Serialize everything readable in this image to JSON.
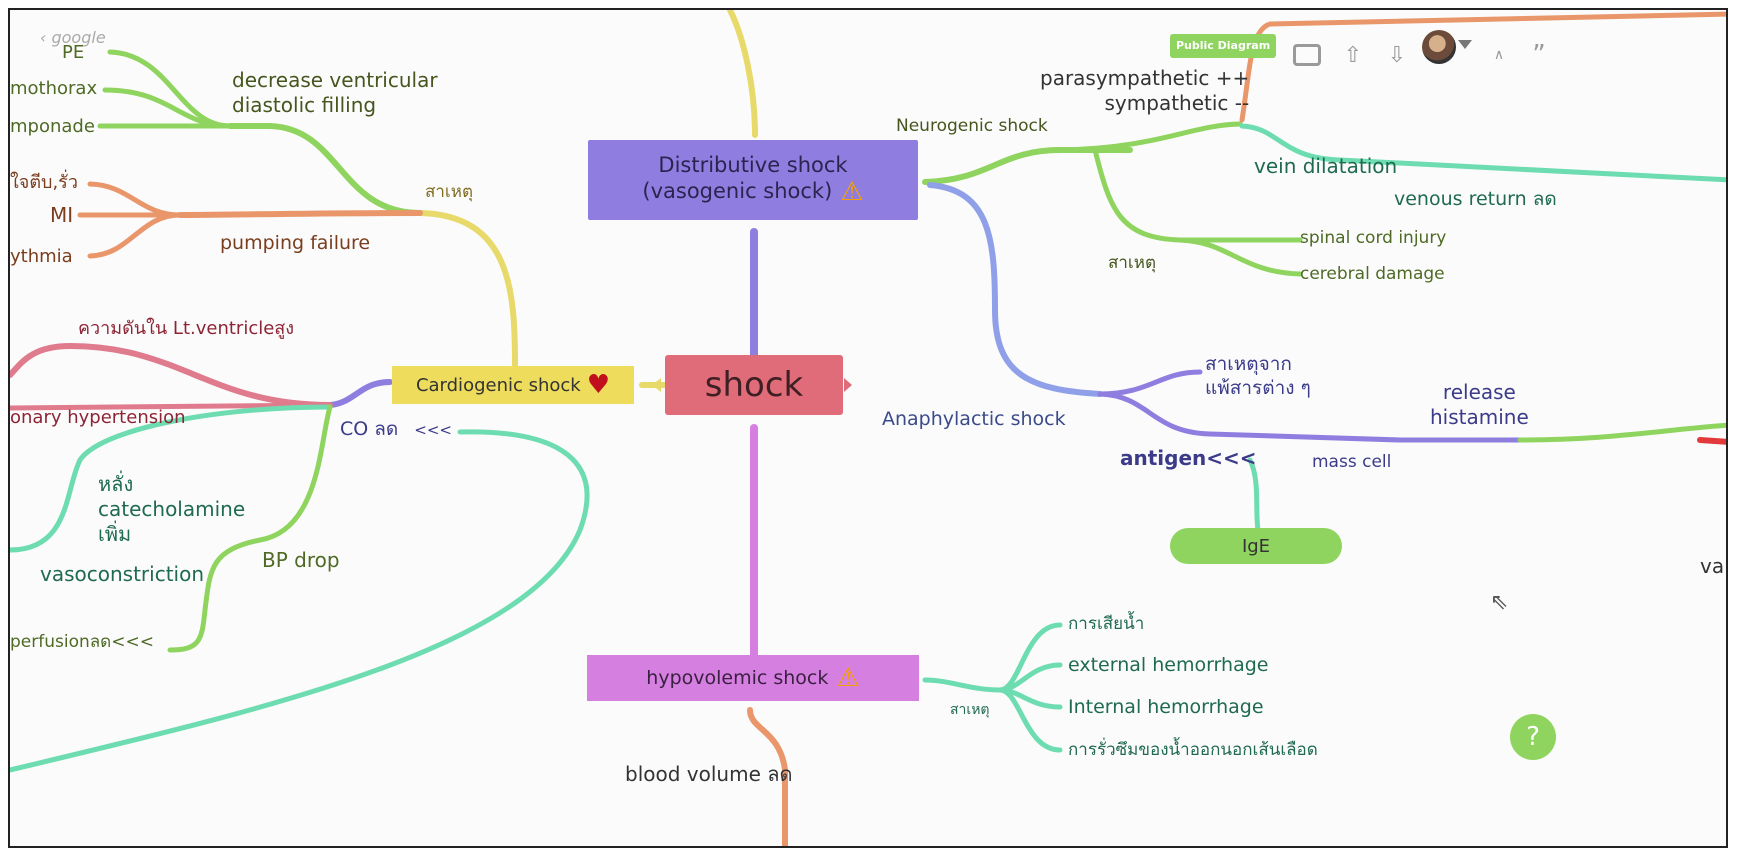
{
  "toolbar": {
    "back_label": "google",
    "public_badge": "Public Diagram",
    "quote_icon": "quote-icon",
    "caret_label": "∧"
  },
  "center": {
    "label": "shock",
    "color": "#e06c7a"
  },
  "distributive": {
    "title_line1": "Distributive shock",
    "title_line2": "(vasogenic shock)",
    "neurogenic": "Neurogenic shock",
    "parasympathetic": "parasympathetic ++",
    "sympathetic": "sympathetic --",
    "vein_dilatation": "vein dilatation",
    "venous_return": "venous return ลด",
    "cause": "สาเหตุ",
    "spinal": "spinal cord injury",
    "cerebral": "cerebral damage",
    "anaphylactic": "Anaphylactic shock",
    "allergen_line1": "สาเหตุจาก",
    "allergen_line2": "แพ้สารต่าง ๆ",
    "antigen": "antigen<<<",
    "mass_cell": "mass cell",
    "release_line1": "release",
    "release_line2": "histamine",
    "ige": "IgE",
    "va": "va"
  },
  "cardiogenic": {
    "title": "Cardiogenic shock",
    "cause": "สาเหตุ",
    "decrease_line1": "decrease ventricular",
    "decrease_line2": "diastolic filling",
    "pe": "PE",
    "pneumothorax": "mothorax",
    "tamponade": "mponade",
    "valve": "ใจตีบ,รั่ว",
    "mi": "MI",
    "arrhythmia": "ythmia",
    "pumping": "pumping failure",
    "lv_pressure": "ความดันใน Lt.ventricleสูง",
    "pulmonary": "onary hypertension",
    "co": "CO ลด",
    "co_arrows": "<<<",
    "catechol_line1": "หลั่ง",
    "catechol_line2": "catecholamine",
    "catechol_line3": "เพิ่ม",
    "bp_drop": "BP drop",
    "vasoconstriction": "vasoconstriction",
    "perfusion": "perfusionลด<<<"
  },
  "hypovolemic": {
    "title": "hypovolemic shock",
    "cause": "สาเหตุ",
    "water_loss": "การเสียน้ำ",
    "external": "external hemorrhage",
    "internal": "Internal hemorrhage",
    "leak": "การรั่วซึมของน้ำออกนอกเส้นเลือด",
    "blood_volume": "blood volume ลด"
  },
  "colors": {
    "purple": "#8f7ee0",
    "magenta": "#d57fe0",
    "yellow": "#e8da6a",
    "green": "#8fd45e",
    "teal": "#6ddcb0",
    "orange": "#e9966a",
    "pink": "#e07b8e",
    "blue": "#8fa0e8",
    "warning": "#f6a000",
    "help": "#8fd45e"
  },
  "help_label": "?"
}
